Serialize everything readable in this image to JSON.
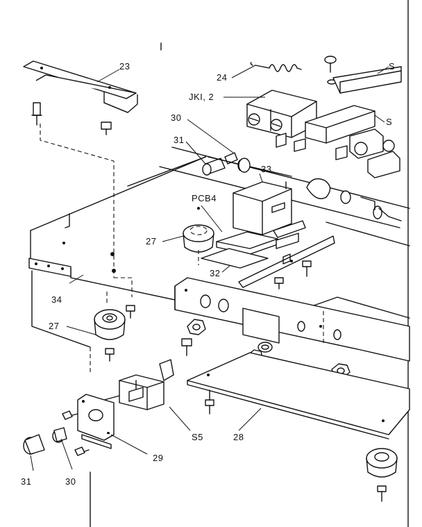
{
  "labels": {
    "l23": "23",
    "l24": "24",
    "ljk": "JKI, 2",
    "l30a": "30",
    "l31a": "31",
    "l33": "33",
    "lpcb": "PCB4",
    "l27a": "27",
    "l32": "32",
    "l34": "34",
    "l27b": "27",
    "l28": "28",
    "l55": "S5",
    "l29": "29",
    "l31b": "31",
    "l30b": "30",
    "ls1": "S",
    "ls2": "S"
  }
}
